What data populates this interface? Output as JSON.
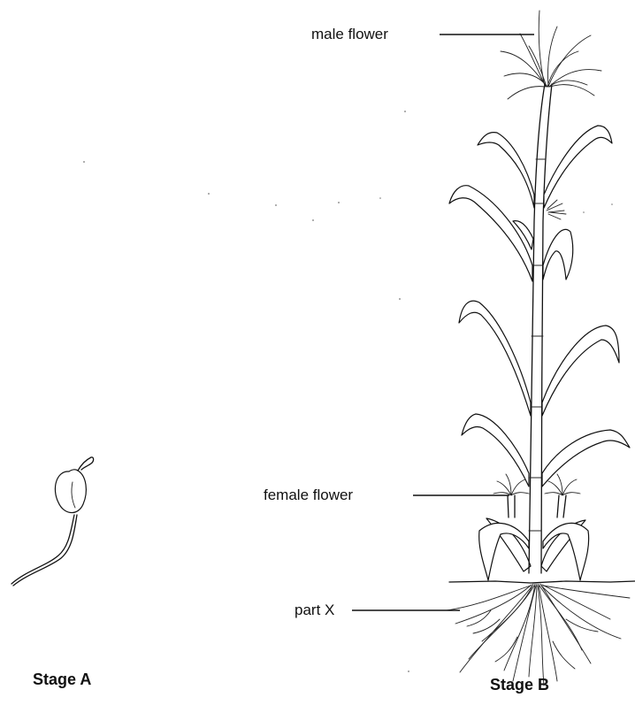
{
  "labels": {
    "male_flower": "male flower",
    "female_flower": "female flower",
    "part_x": "part X"
  },
  "captions": {
    "stage_a": "Stage A",
    "stage_b": "Stage B"
  }
}
